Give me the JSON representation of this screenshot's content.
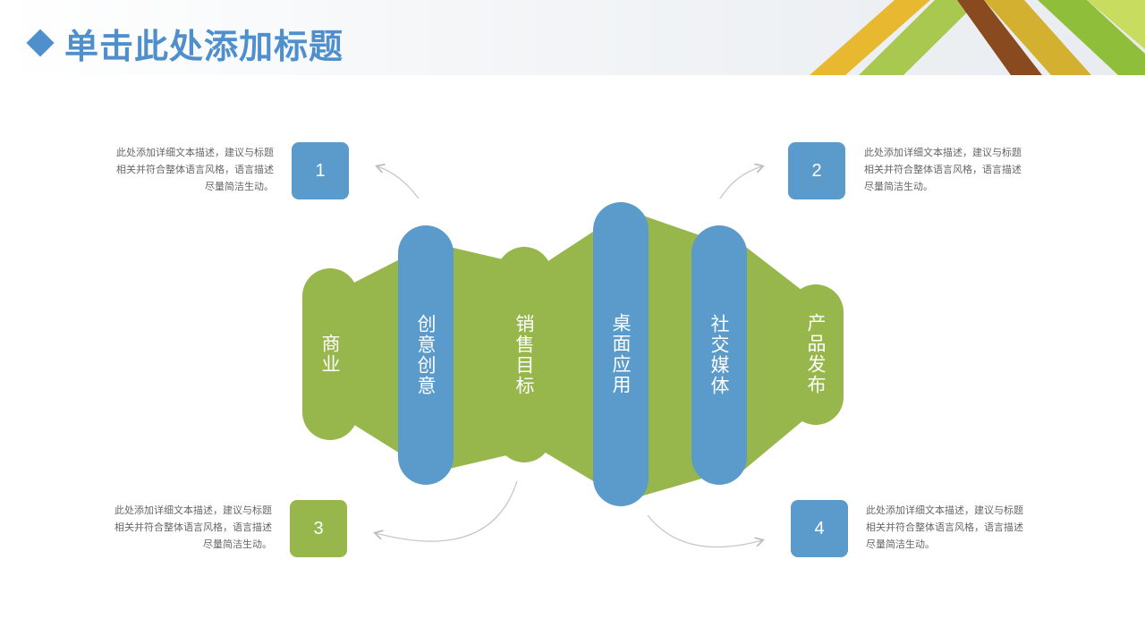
{
  "header": {
    "title": "单击此处添加标题"
  },
  "colors": {
    "blue": "#5b9bcb",
    "green": "#97b74c",
    "title": "#4f8fcc"
  },
  "pills": [
    {
      "label": "商业",
      "color": "green"
    },
    {
      "label": "创意创意",
      "color": "blue"
    },
    {
      "label": "销售目标",
      "color": "green"
    },
    {
      "label": "桌面应用",
      "color": "blue"
    },
    {
      "label": "社交媒体",
      "color": "blue"
    },
    {
      "label": "产品发布",
      "color": "green"
    }
  ],
  "callouts": [
    {
      "number": "1",
      "color": "blue",
      "text_line1": "此处添加详细文本描述，建议与标题",
      "text_line2": "相关并符合整体语言风格，语言描述",
      "text_line3": "尽量简洁生动。"
    },
    {
      "number": "2",
      "color": "blue",
      "text_line1": "此处添加详细文本描述，建议与标题",
      "text_line2": "相关并符合整体语言风格，语言描述",
      "text_line3": "尽量简洁生动。"
    },
    {
      "number": "3",
      "color": "green",
      "text_line1": "此处添加详细文本描述，建议与标题",
      "text_line2": "相关并符合整体语言风格，语言描述",
      "text_line3": "尽量简洁生动。"
    },
    {
      "number": "4",
      "color": "blue",
      "text_line1": "此处添加详细文本描述，建议与标题",
      "text_line2": "相关并符合整体语言风格，语言描述",
      "text_line3": "尽量简洁生动。"
    }
  ]
}
